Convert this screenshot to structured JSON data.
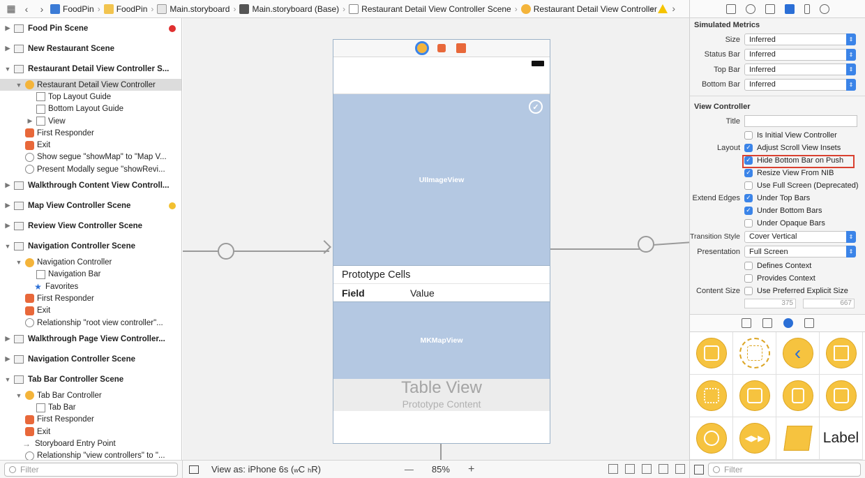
{
  "breadcrumb": [
    "FoodPin",
    "FoodPin",
    "Main.storyboard",
    "Main.storyboard (Base)",
    "Restaurant Detail View Controller Scene",
    "Restaurant Detail View Controller"
  ],
  "navigator": {
    "filter_placeholder": "Filter",
    "rows": [
      {
        "label": "Food Pin Scene",
        "type": "scene",
        "badge": "red"
      },
      {
        "label": "New Restaurant Scene",
        "type": "scene"
      },
      {
        "label": "Restaurant Detail View Controller S...",
        "type": "scene",
        "open": true
      },
      {
        "label": "Restaurant Detail View Controller",
        "type": "vc",
        "depth": 1,
        "selected": true,
        "open": true
      },
      {
        "label": "Top Layout Guide",
        "type": "view",
        "depth": 2
      },
      {
        "label": "Bottom Layout Guide",
        "type": "view",
        "depth": 2
      },
      {
        "label": "View",
        "type": "view",
        "depth": 2,
        "closed": true
      },
      {
        "label": "First Responder",
        "type": "orange",
        "depth": 1
      },
      {
        "label": "Exit",
        "type": "orange",
        "depth": 1
      },
      {
        "label": "Show segue \"showMap\" to \"Map V...",
        "type": "segue",
        "depth": 1
      },
      {
        "label": "Present Modally segue \"showRevi...",
        "type": "segue",
        "depth": 1
      },
      {
        "label": "Walkthrough Content View Controll...",
        "type": "scene"
      },
      {
        "label": "Map View Controller Scene",
        "type": "scene",
        "badge": "yellow"
      },
      {
        "label": "Review View Controller Scene",
        "type": "scene"
      },
      {
        "label": "Navigation Controller Scene",
        "type": "scene",
        "open": true
      },
      {
        "label": "Navigation Controller",
        "type": "vc",
        "depth": 1,
        "open": true
      },
      {
        "label": "Navigation Bar",
        "type": "view",
        "depth": 2
      },
      {
        "label": "Favorites",
        "type": "star",
        "depth": 2
      },
      {
        "label": "First Responder",
        "type": "orange",
        "depth": 1
      },
      {
        "label": "Exit",
        "type": "orange",
        "depth": 1
      },
      {
        "label": "Relationship \"root view controller\"...",
        "type": "segue",
        "depth": 1
      },
      {
        "label": "Walkthrough Page View Controller...",
        "type": "scene"
      },
      {
        "label": "Navigation Controller Scene",
        "type": "scene"
      },
      {
        "label": "Tab Bar Controller Scene",
        "type": "scene",
        "open": true
      },
      {
        "label": "Tab Bar Controller",
        "type": "vc",
        "depth": 1,
        "open": true
      },
      {
        "label": "Tab Bar",
        "type": "view",
        "depth": 2
      },
      {
        "label": "First Responder",
        "type": "orange",
        "depth": 1
      },
      {
        "label": "Exit",
        "type": "orange",
        "depth": 1
      },
      {
        "label": "Storyboard Entry Point",
        "type": "arrow",
        "depth": 1
      },
      {
        "label": "Relationship \"view controllers\" to \"...",
        "type": "segue",
        "depth": 1
      }
    ]
  },
  "canvas": {
    "image_view_label": "UIImageView",
    "prototype_cells": "Prototype Cells",
    "field_label": "Field",
    "value_label": "Value",
    "map_view_label": "MKMapView",
    "table_view_title": "Table View",
    "table_view_subtitle": "Prototype Content"
  },
  "canvas_bar": {
    "view_as": "View as: iPhone 6s (",
    "size_class_w": "w",
    "size_class_c": "C",
    "size_class_h": "h",
    "size_class_r": "R",
    "view_as_end": ")",
    "zoom_out": "—",
    "zoom": "85%",
    "zoom_in": "+"
  },
  "inspector": {
    "simulated_metrics_title": "Simulated Metrics",
    "metrics": [
      {
        "label": "Size",
        "value": "Inferred"
      },
      {
        "label": "Status Bar",
        "value": "Inferred"
      },
      {
        "label": "Top Bar",
        "value": "Inferred"
      },
      {
        "label": "Bottom Bar",
        "value": "Inferred"
      }
    ],
    "vc_title": "View Controller",
    "title_label": "Title",
    "title_value": "",
    "is_initial": "Is Initial View Controller",
    "layout_label": "Layout",
    "adjust_insets": "Adjust Scroll View Insets",
    "hide_bottom_bar": "Hide Bottom Bar on Push",
    "resize_nib": "Resize View From NIB",
    "full_screen": "Use Full Screen (Deprecated)",
    "extend_edges_label": "Extend Edges",
    "under_top": "Under Top Bars",
    "under_bottom": "Under Bottom Bars",
    "under_opaque": "Under Opaque Bars",
    "transition_label": "Transition Style",
    "transition_value": "Cover Vertical",
    "presentation_label": "Presentation",
    "presentation_value": "Full Screen",
    "defines_context": "Defines Context",
    "provides_context": "Provides Context",
    "content_size_label": "Content Size",
    "preferred_size": "Use Preferred Explicit Size",
    "width_value": "375",
    "height_value": "667"
  },
  "library": {
    "label_item": "Label",
    "filter_placeholder": "Filter"
  }
}
